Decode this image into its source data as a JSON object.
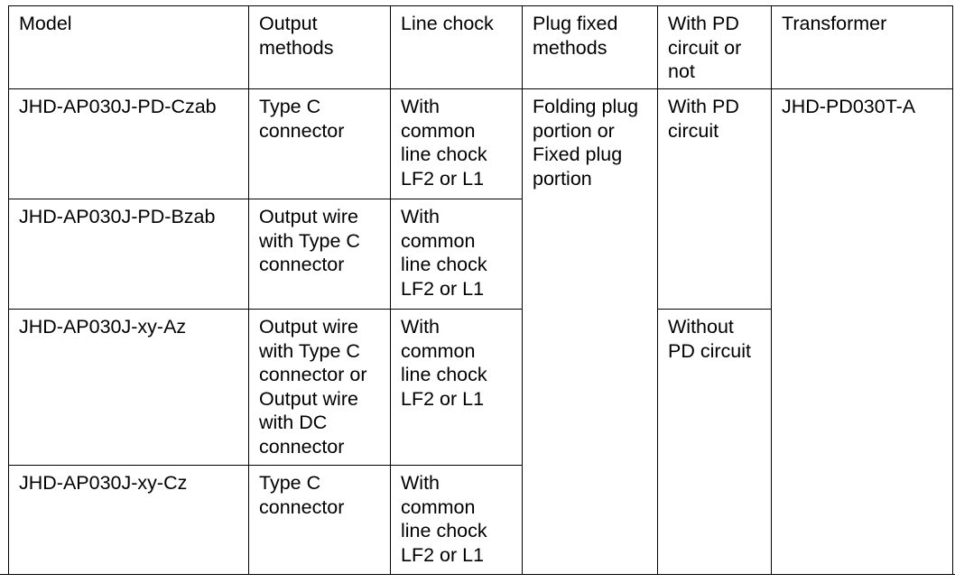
{
  "table": {
    "headers": [
      "Model",
      "Output\nmethods",
      "Line chock",
      "Plug fixed\nmethods",
      "With PD\ncircuit or\nnot",
      "Transformer"
    ],
    "rows": [
      {
        "model": "JHD-AP030J-PD-Czab",
        "output": "Type C\nconnector",
        "line_chock": "With\ncommon\nline chock\nLF2 or L1"
      },
      {
        "model": "JHD-AP030J-PD-Bzab",
        "output": "Output wire\nwith Type C\nconnector",
        "line_chock": "With\ncommon\nline chock\nLF2 or L1"
      },
      {
        "model": "JHD-AP030J-xy-Az",
        "output": "Output wire\nwith Type C\nconnector or\nOutput wire\nwith DC\nconnector",
        "line_chock": "With\ncommon\nline chock\nLF2 or L1"
      },
      {
        "model": "JHD-AP030J-xy-Cz",
        "output": "Type C\nconnector",
        "line_chock": "With\ncommon\nline chock\nLF2 or L1"
      }
    ],
    "plug_fixed": "Folding plug\nportion or\nFixed plug\nportion",
    "pd_with": "With PD\ncircuit",
    "pd_without": "Without\nPD circuit",
    "transformer": "JHD-PD030T-A"
  }
}
